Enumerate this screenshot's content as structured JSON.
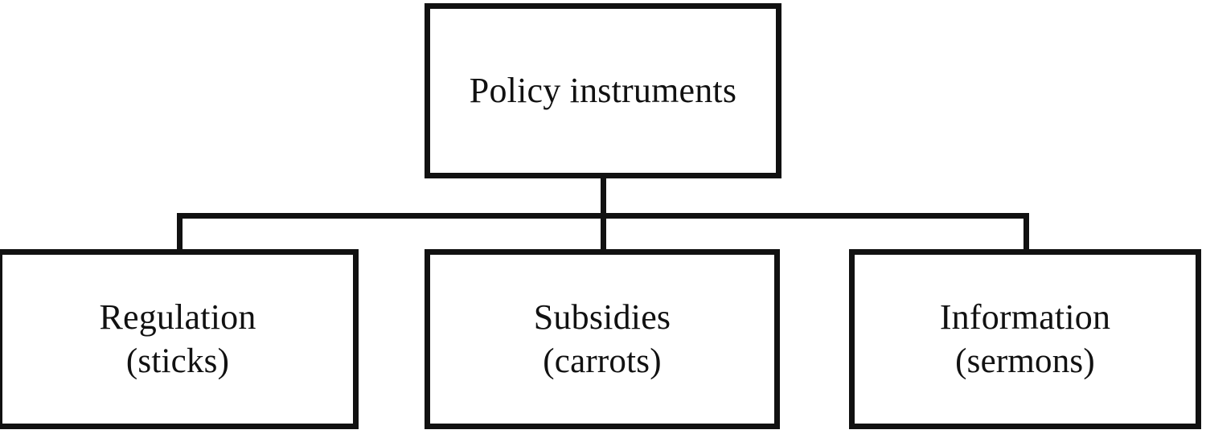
{
  "diagram": {
    "title": "Policy instruments",
    "type": "tree",
    "orientation": "top-down",
    "colors": {
      "background": "#ffffff",
      "stroke": "#111111",
      "text": "#111111"
    },
    "root": {
      "id": "policy-instruments",
      "label": "Policy instruments"
    },
    "children": [
      {
        "id": "regulation",
        "label": "Regulation",
        "sublabel": "(sticks)"
      },
      {
        "id": "subsidies",
        "label": "Subsidies",
        "sublabel": "(carrots)"
      },
      {
        "id": "information",
        "label": "Information",
        "sublabel": "(sermons)"
      }
    ],
    "edges": [
      {
        "from": "policy-instruments",
        "to": "regulation"
      },
      {
        "from": "policy-instruments",
        "to": "subsidies"
      },
      {
        "from": "policy-instruments",
        "to": "information"
      }
    ]
  }
}
